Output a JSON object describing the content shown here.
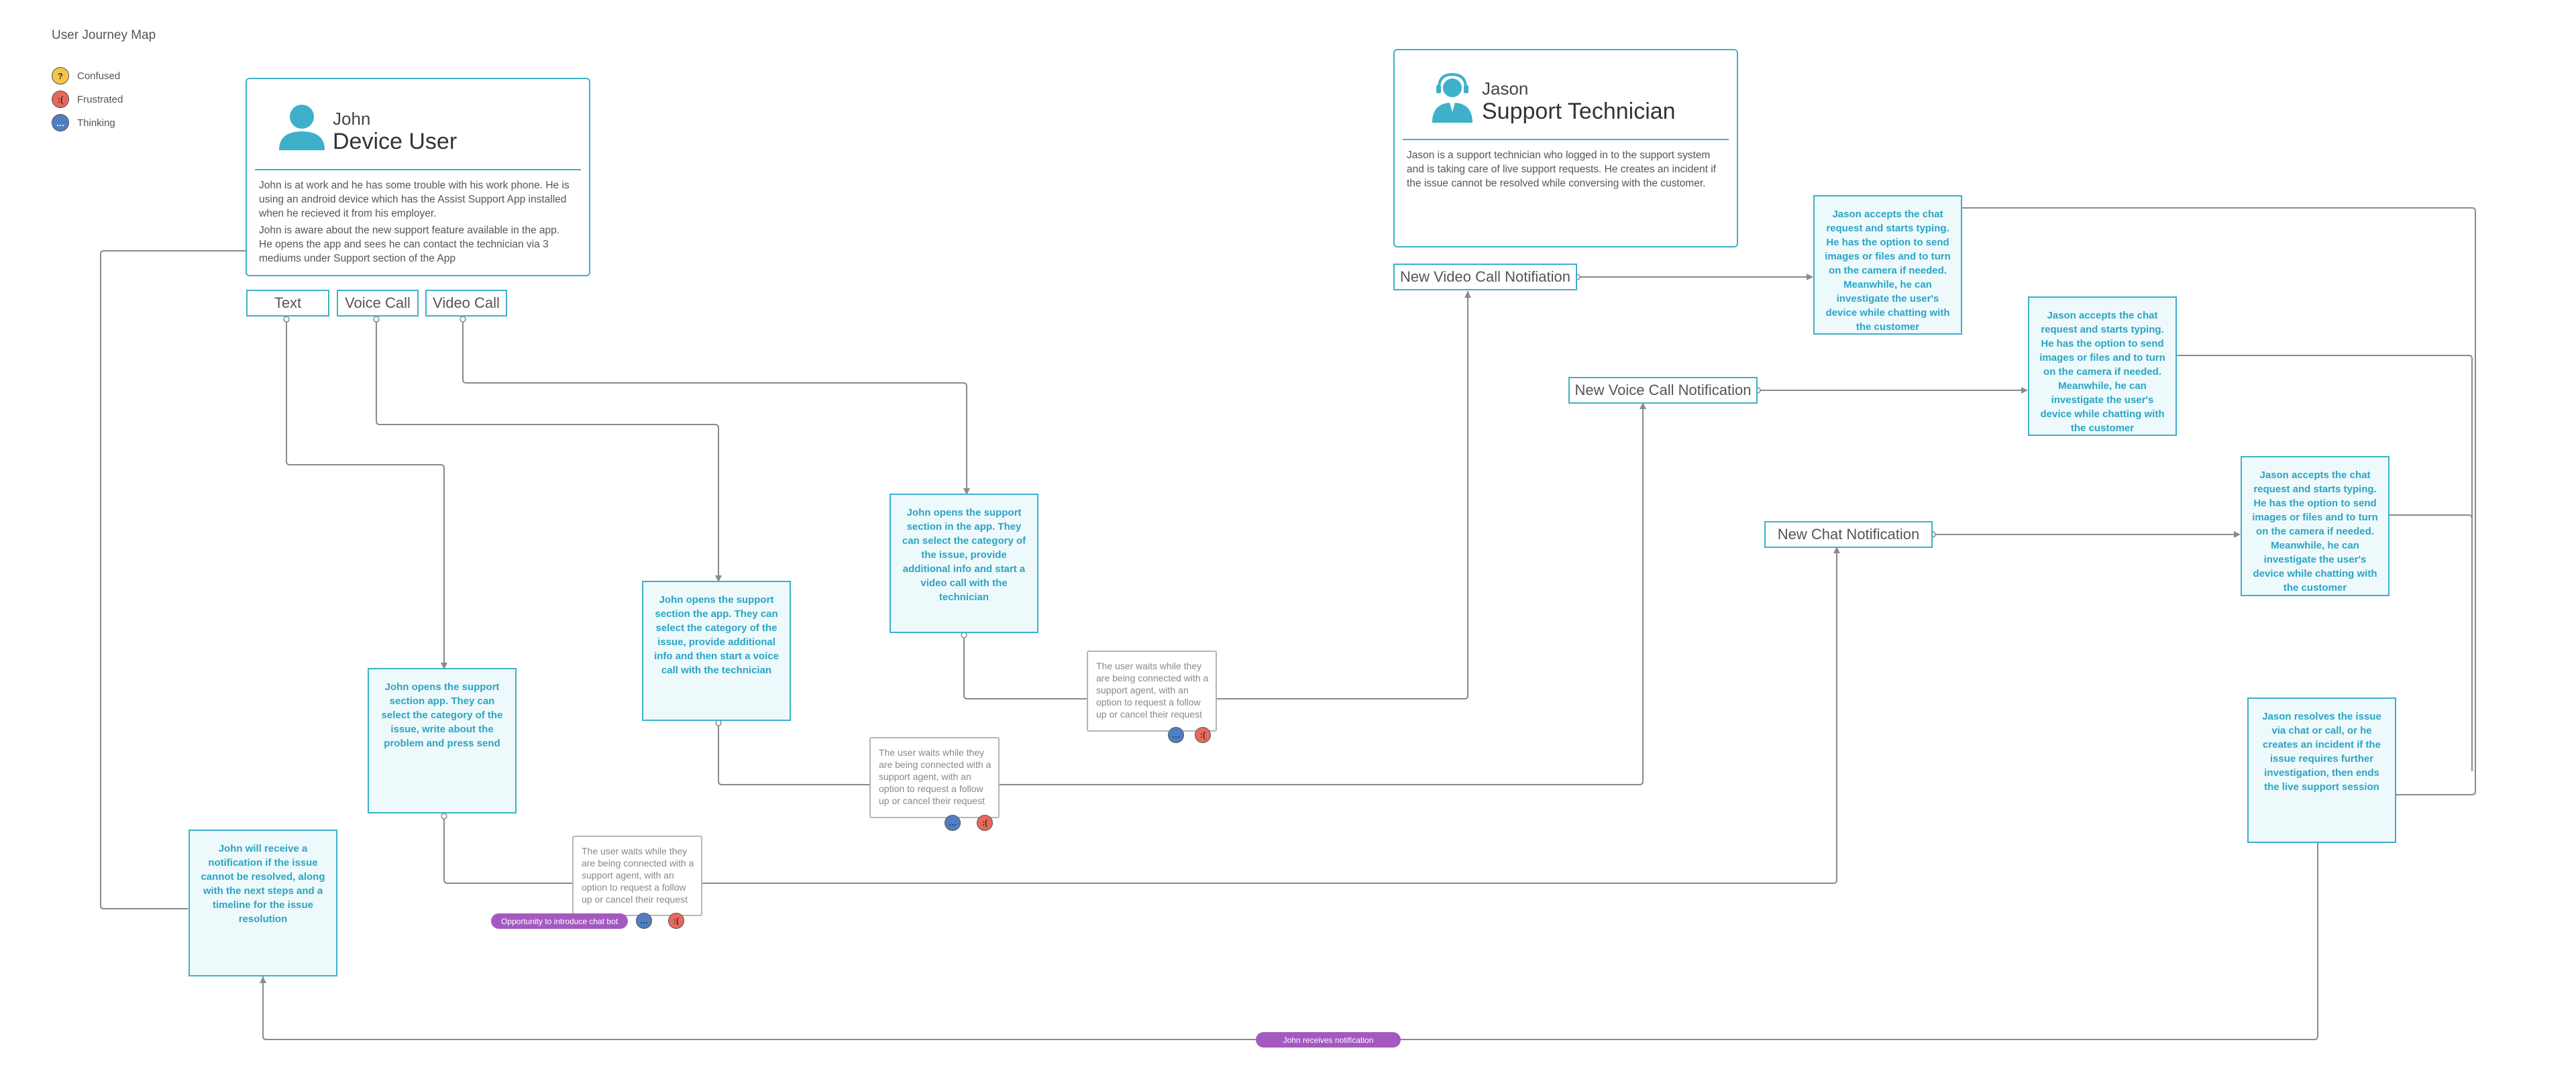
{
  "title": "User Journey Map",
  "legend": [
    {
      "label": "Confused",
      "icon": "confused-face-icon",
      "color": "#f5c543"
    },
    {
      "label": "Frustrated",
      "icon": "frustrated-face-icon",
      "color": "#e7685c"
    },
    {
      "label": "Thinking",
      "icon": "thinking-face-icon",
      "color": "#4f7ec2"
    }
  ],
  "user_persona": {
    "first": "John",
    "role": "Device User",
    "desc1": "John is at work and he has some trouble with his work phone. He is using an android device which has the Assist Support App installed when he recieved it from his employer.",
    "desc2": "John is aware about the new support feature available in the app. He opens the app and sees he can contact the technician via 3 mediums under Support section of the App"
  },
  "tech_persona": {
    "first": "Jason",
    "role": "Support Technician",
    "desc": "Jason is a support technician who logged in to the support system and is taking care of live support requests. He creates an incident if the issue cannot be resolved while conversing with the customer."
  },
  "channels": {
    "text": "Text",
    "voice": "Voice Call",
    "video": "Video Call"
  },
  "notifications": {
    "video": "New Video Call Notifiation",
    "voice": "New Voice Call Notification",
    "chat": "New Chat Notification"
  },
  "user_steps": {
    "text": "John opens the support section app. They can select the category of the issue, write about the problem and press send",
    "voice": "John opens the support section the app. They can select the category of the issue, provide additional info and then start a voice call with the technician",
    "video": "John opens the support section in the app. They can select the category of the issue, provide additional info and start a video call with the technician",
    "final": "John will receive a notification if the issue cannot be resolved, along with the next steps and a timeline for the issue resolution"
  },
  "wait_text": "The user waits while they are being connected with a support agent, with an option to request a follow up or cancel their request",
  "tech_steps": {
    "accept": "Jason accepts the chat request and starts typing. He has the option to send images or files and to turn on the camera if needed. Meanwhile, he can investigate the user's device while chatting with the customer",
    "resolve": "Jason resolves the issue via chat or call, or he creates an incident if the issue requires further investigation, then ends the live support session"
  },
  "pills": {
    "chatbot": "Opportunity to introduce chat bot",
    "notify": "John receives notification"
  },
  "colors": {
    "accent": "#3eb0c9",
    "step_text": "#2aa5c2",
    "pill": "#a459c0",
    "connector": "#8a8a8a"
  }
}
